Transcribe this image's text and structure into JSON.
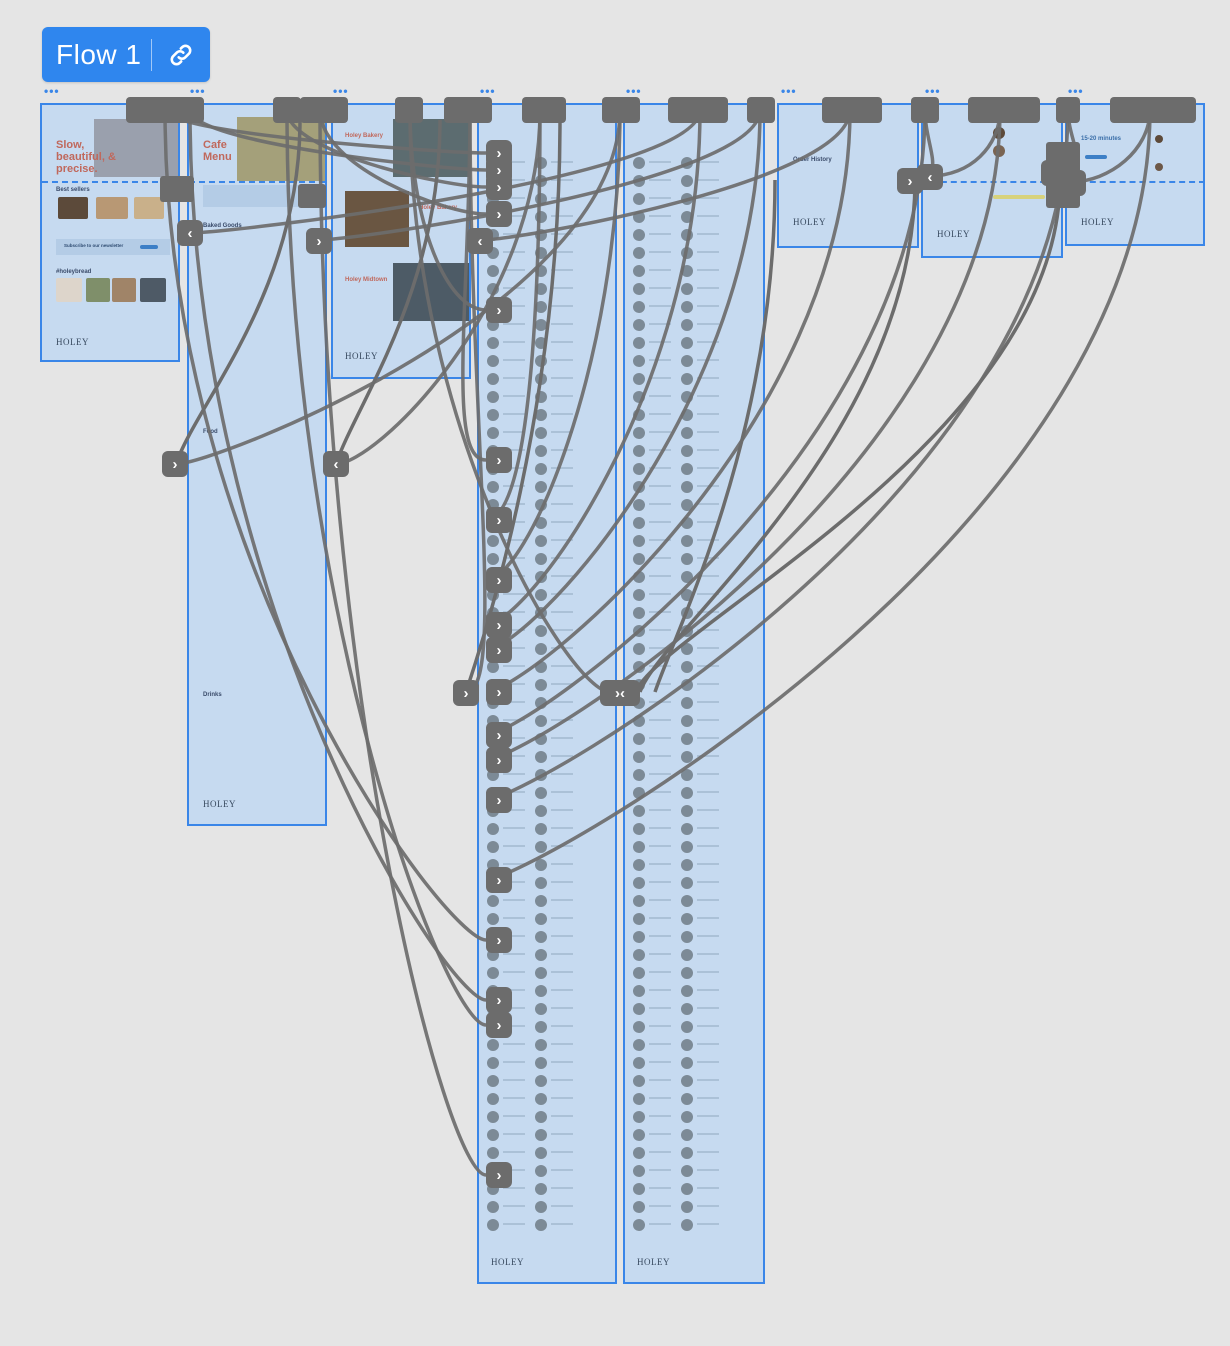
{
  "flow": {
    "title": "Flow 1",
    "link_icon": "link-icon"
  },
  "frames": {
    "home": {
      "hero": "Slow, beautiful, & precise.",
      "best_sellers": "Best sellers",
      "subscribe": "Subscribe to our newsletter",
      "wholeybread": "#holeybread",
      "footer_brand": "HOLEY"
    },
    "menu": {
      "hero": "Cafe Menu",
      "baked_goods": "Baked Goods",
      "food": "Food",
      "drinks": "Drinks",
      "footer_brand": "HOLEY"
    },
    "locations": {
      "title_1": "Holey Bakery",
      "title_2": "Holey Bakery",
      "title_3": "Holey Midtown",
      "footer_brand": "HOLEY"
    },
    "shop_a": {
      "footer_brand": "HOLEY"
    },
    "shop_b": {
      "footer_brand": "HOLEY"
    },
    "order_history": {
      "title": "Order History",
      "footer_brand": "HOLEY"
    },
    "cart": {
      "footer_brand": "HOLEY"
    },
    "confirmation": {
      "eta": "15-20 minutes",
      "footer_brand": "HOLEY"
    }
  },
  "colors": {
    "canvas": "#e5e5e5",
    "accent": "#2f86ee",
    "frame_fill": "#c6daf0",
    "connector": "#6c6c6c",
    "hero_text": "#c0685c"
  },
  "icons": {
    "next": "chevron-right-icon",
    "prev": "chevron-left-icon"
  }
}
